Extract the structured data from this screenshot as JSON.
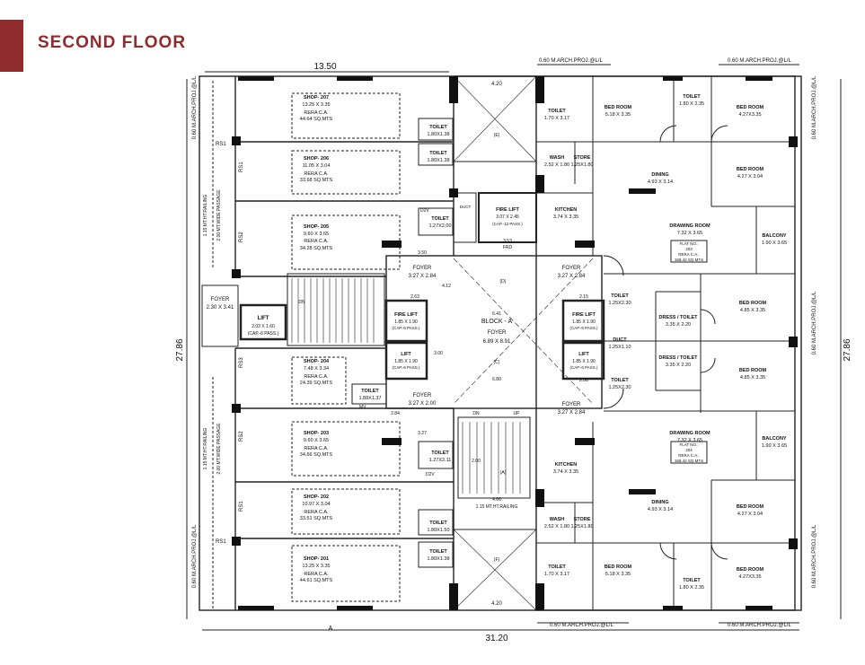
{
  "header": {
    "title": "SECOND FLOOR",
    "accent_color": "#8f2a2d"
  },
  "dimensions": {
    "top_width": "13.50",
    "bottom_width": "31.20",
    "left_height": "27.86",
    "right_height": "27.86",
    "top_col": "4.20",
    "bottom_col": "4.20",
    "top_projection": "0.60 M.ARCH.PROJ.@L/L",
    "top_projection_right": "0.60 M.ARCH.PROJ.@L/L",
    "bottom_projection_left": "0.60 M.ARCH.PROJ.@L/L",
    "bottom_projection_right": "0.60 M.ARCH.PROJ.@L/L",
    "left_projection_top": "0.60 M.ARCH.PROJ.@L/L",
    "left_projection_bottom": "0.60 M.ARCH.PROJ.@L/L",
    "right_projection_top": "0.60 M.ARCH.PROJ.@L/L",
    "right_projection_mid": "0.60 M.ARCH.PROJ.@L/L",
    "right_projection_bottom": "0.60 M.ARCH.PROJ.@L/L",
    "railing_upper": "1.15 MT.HT.RAILING",
    "passage_upper": "2.00 MT.WIDE PASSAGE",
    "railing_lower": "1.15 MT.HT.RAILING",
    "passage_lower": "2.00 MT.WIDE PASSAGE",
    "railing_center": "1.15 MT.HT.RAILING",
    "section_a": "A"
  },
  "shops": [
    {
      "name": "SHOP- 207",
      "size": "13.25 X 3.35",
      "rera": "RERA C.A.",
      "area": "44.64 SQ.MTS"
    },
    {
      "name": "SHOP- 206",
      "size": "11.05 X 3.04",
      "rera": "RERA C.A.",
      "area": "33.68 SQ.MTS"
    },
    {
      "name": "SHOP- 205",
      "size": "9.60 X 3.65",
      "rera": "RERA C.A.",
      "area": "34.28 SQ.MTS"
    },
    {
      "name": "SHOP- 204",
      "size": "7.48 X 3.34",
      "rera": "RERA C.A.",
      "area": "24.39 SQ.MTS"
    },
    {
      "name": "SHOP- 203",
      "size": "9.60 X 3.65",
      "rera": "RERA C.A.",
      "area": "34.66 SQ.MTS"
    },
    {
      "name": "SHOP- 202",
      "size": "10.97 X 3.04",
      "rera": "RERA C.A.",
      "area": "33.51 SQ.MTS"
    },
    {
      "name": "SHOP- 201",
      "size": "13.25 X 3.35",
      "rera": "RERA C.A.",
      "area": "44.61 SQ.MTS"
    }
  ],
  "shop_toilets": [
    {
      "name": "TOILET",
      "size": "1.80X1.38"
    },
    {
      "name": "TOILET",
      "size": "1.80X1.38"
    },
    {
      "name": "TOILET",
      "size": "1.27X2.00"
    },
    {
      "name": "TOILET",
      "size": "1.80X1.37"
    },
    {
      "name": "TOILET",
      "size": "1.27X2.11"
    },
    {
      "name": "TOILET",
      "size": "1.80X1.50"
    },
    {
      "name": "TOILET",
      "size": "1.80X1.38"
    }
  ],
  "shop_codes": {
    "rs1": "RS1",
    "rs2": "RS2",
    "rs3": "RS3",
    "d2v": "D2V",
    "mv": "MV"
  },
  "core": {
    "block": "BLOCK - A",
    "foyer_main": "FOYER",
    "foyer_main_size": "6.89 X 8.91",
    "dim_641": "6.41",
    "dim_680": "6.80",
    "foyer_g": "FOYER",
    "foyer_g_size": "3.27 X 2.84",
    "foyer_b": "FOYER",
    "foyer_b_size": "3.27 X 2.00",
    "foyer_h": "FOYER",
    "foyer_h_size": "3.27 X 2.84",
    "foyer_j": "FOYER",
    "foyer_j_size": "3.27 X 2.84",
    "foyer_left": "FOYER",
    "foyer_left_size": "2.30 X 3.41",
    "lift_left": "LIFT",
    "lift_left_size": "2.03 X 1.60",
    "lift_left_cap": "(CAP.-6 PASS.)",
    "fire_lift_l": "FIRE LIFT",
    "fire_lift_l_size": "1.85 X 1.90",
    "fire_lift_l_cap": "(CAP.-6 PASS.)",
    "lift_l": "LIFT",
    "lift_l_size": "1.85 X 1.90",
    "lift_l_cap": "(CAP.-6 PASS.)",
    "fire_lift_r": "FIRE LIFT",
    "fire_lift_r_size": "1.85 X 1.90",
    "fire_lift_r_cap": "(CAP.-6 PASS.)",
    "lift_r": "LIFT",
    "lift_r_size": "1.85 X 1.90",
    "lift_r_cap": "(CAP.-6 PASS.)",
    "fire_lift_top": "FIRE LIFT",
    "fire_lift_top_size": "3.07 X 2.45",
    "fire_lift_top_cap": "(CAP.-12 PASS.)",
    "duct": "DUCT",
    "up": "UP",
    "dn": "DN",
    "frd": "FRD",
    "dim_350": "3.50",
    "dim_353": "3.53",
    "dim_327": "3.27",
    "dim_300": "3.00",
    "dim_466": "4.66",
    "dim_263": "2.63",
    "dim_215": "2.15",
    "dim_238": "2.38",
    "dim_412": "4.12",
    "dim_284": "2.84",
    "dim_200": "2.00",
    "mark_d": "(D)",
    "mark_c": "(C)",
    "mark_a": "(A)",
    "mark_e": "(E)",
    "mark_f": "(F)"
  },
  "flats": {
    "upper": {
      "flat_label": "FLAT NO.:",
      "flat_no": "203",
      "rera": "RERA C.A.:",
      "area": "158.42 SQ.MTS",
      "rooms": [
        {
          "name": "TOILET",
          "size": "1.70 X 3.17"
        },
        {
          "name": "BED ROOM",
          "size": "5.18 X 3.35"
        },
        {
          "name": "TOILET",
          "size": "1.80 X 2.35"
        },
        {
          "name": "BED ROOM",
          "size": "4.27X3.35"
        },
        {
          "name": "WASH",
          "size": "2.52 X 1.80"
        },
        {
          "name": "STORE",
          "size": "1.25X1.80"
        },
        {
          "name": "DINING",
          "size": "4.93 X 3.14"
        },
        {
          "name": "BED ROOM",
          "size": "4.27 X 3.04"
        },
        {
          "name": "KITCHEN",
          "size": "3.74 X 3.35"
        },
        {
          "name": "DRAWING ROOM",
          "size": "7.32 X 3.65"
        },
        {
          "name": "BALCONY",
          "size": "1.90 X 3.65"
        },
        {
          "name": "TOILET",
          "size": "1.25X2.30"
        },
        {
          "name": "DRESS / TOILET",
          "size": "3.35 X 2.20"
        },
        {
          "name": "BED ROOM",
          "size": "4.85 X 3.35"
        },
        {
          "name": "DUCT",
          "size": "1.25X1.10"
        }
      ]
    },
    "lower": {
      "flat_label": "FLAT NO.:",
      "flat_no": "204",
      "rera": "RERA C.A.:",
      "area": "158.42 SQ.MTS",
      "rooms": [
        {
          "name": "DRESS / TOILET",
          "size": "3.35 X 2.20"
        },
        {
          "name": "BED ROOM",
          "size": "4.85 X 3.35"
        },
        {
          "name": "TOILET",
          "size": "1.25X2.30"
        },
        {
          "name": "DRAWING ROOM",
          "size": "7.32 X 3.65"
        },
        {
          "name": "BALCONY",
          "size": "1.90 X 3.65"
        },
        {
          "name": "KITCHEN",
          "size": "3.74 X 3.35"
        },
        {
          "name": "DINING",
          "size": "4.93 X 3.14"
        },
        {
          "name": "BED ROOM",
          "size": "4.27 X 3.04"
        },
        {
          "name": "WASH",
          "size": "2.52 X 1.80"
        },
        {
          "name": "STORE",
          "size": "1.25X1.80"
        },
        {
          "name": "TOILET",
          "size": "1.70 X 3.17"
        },
        {
          "name": "BED ROOM",
          "size": "5.18 X 3.35"
        },
        {
          "name": "TOILET",
          "size": "1.80 X 2.35"
        },
        {
          "name": "BED ROOM",
          "size": "4.27X3.35"
        }
      ]
    }
  }
}
